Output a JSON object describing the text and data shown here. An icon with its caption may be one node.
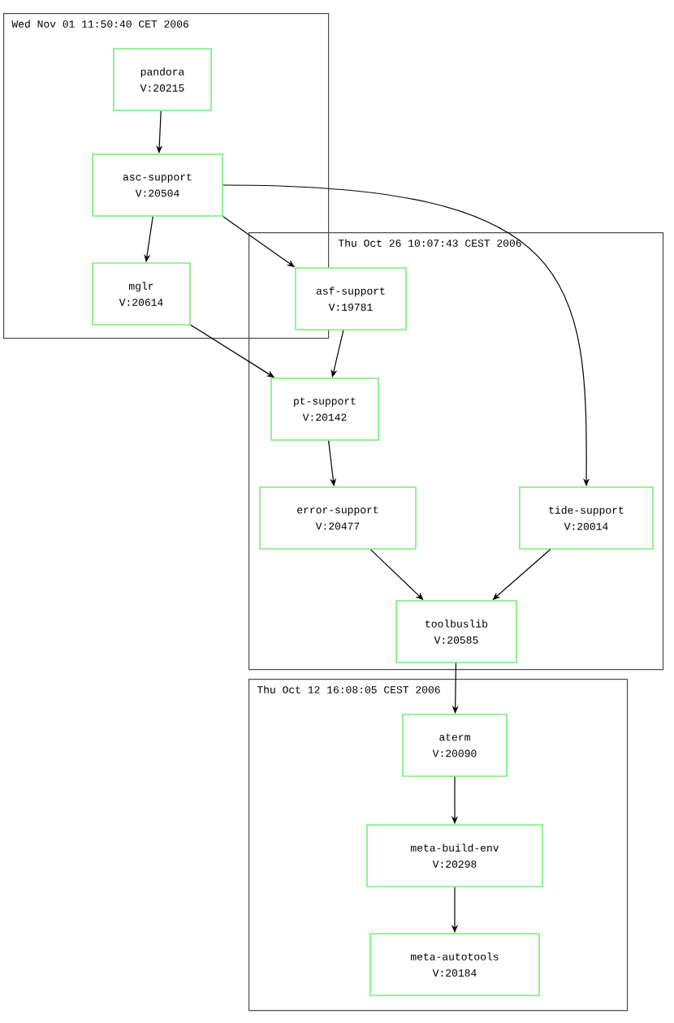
{
  "diagram": {
    "nodes": [
      {
        "text": [
          "Wed Nov 01 11:50:40 CET 2006"
        ]
      },
      {
        "text": [
          "pandora",
          "V:20215"
        ],
        "in": 0
      },
      {
        "text": [
          "asc-support",
          "V:20504"
        ],
        "in": 0
      },
      {
        "text": [
          "mglr",
          "V:20614"
        ],
        "in": 0
      },
      {
        "text": [
          "Thu Oct 26 10:07:43 CEST 2006"
        ]
      },
      {
        "text": [
          "asf-support",
          "V:19781"
        ],
        "in": 4
      },
      {
        "text": [
          "pt-support",
          "V:20142"
        ],
        "in": 4
      },
      {
        "text": [
          "error-support",
          "V:20477"
        ],
        "in": 4
      },
      {
        "text": [
          "tide-support",
          "V:20014"
        ],
        "in": 4
      },
      {
        "text": [
          "toolbuslib",
          "V:20585"
        ],
        "in": 4
      },
      {
        "text": [
          "Thu Oct 12 16:08:05 CEST 2006"
        ]
      },
      {
        "text": [
          "aterm",
          "V:20090"
        ],
        "in": 10
      },
      {
        "text": [
          "meta-build-env",
          "V:20298"
        ],
        "in": 10
      },
      {
        "text": [
          "meta-autotools",
          "V:20184"
        ],
        "in": 10
      }
    ],
    "edges": [
      {
        "from": 1,
        "to": 2,
        "arrow": "to"
      },
      {
        "from": 2,
        "to": 3,
        "arrow": "to"
      },
      {
        "from": 2,
        "to": 5,
        "arrow": "to"
      },
      {
        "from": 2,
        "to": 8,
        "arrow": "to"
      },
      {
        "from": 3,
        "to": 6,
        "arrow": "to"
      },
      {
        "from": 5,
        "to": 6,
        "arrow": "to"
      },
      {
        "from": 6,
        "to": 7,
        "arrow": "to"
      },
      {
        "from": 7,
        "to": 9,
        "arrow": "to"
      },
      {
        "from": 8,
        "to": 9,
        "arrow": "to"
      },
      {
        "from": 9,
        "to": 11,
        "arrow": "to"
      },
      {
        "from": 11,
        "to": 12,
        "arrow": "to"
      },
      {
        "from": 12,
        "to": 13,
        "arrow": "to"
      }
    ]
  }
}
